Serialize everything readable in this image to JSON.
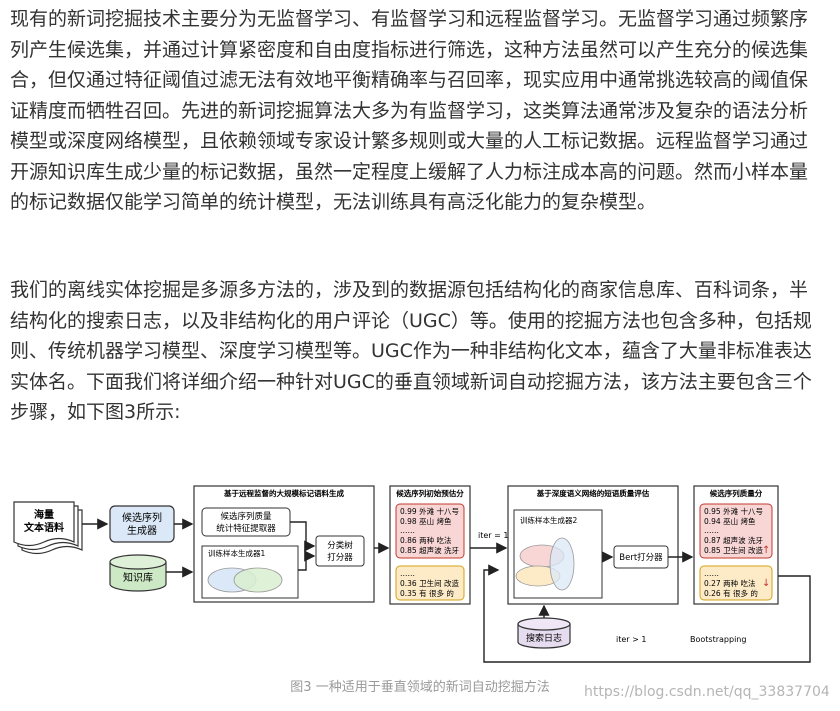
{
  "article": {
    "paragraph1": "现有的新词挖掘技术主要分为无监督学习、有监督学习和远程监督学习。无监督学习通过频繁序列产生候选集，并通过计算紧密度和自由度指标进行筛选，这种方法虽然可以产生充分的候选集合，但仅通过特征阈值过滤无法有效地平衡精确率与召回率，现实应用中通常挑选较高的阈值保证精度而牺牲召回。先进的新词挖掘算法大多为有监督学习，这类算法通常涉及复杂的语法分析模型或深度网络模型，且依赖领域专家设计繁多规则或大量的人工标记数据。远程监督学习通过开源知识库生成少量的标记数据，虽然一定程度上缓解了人力标注成本高的问题。然而小样本量的标记数据仅能学习简单的统计模型，无法训练具有高泛化能力的复杂模型。",
    "paragraph2": "我们的离线实体挖掘是多源多方法的，涉及到的数据源包括结构化的商家信息库、百科词条，半结构化的搜索日志，以及非结构化的用户评论（UGC）等。使用的挖掘方法也包含多种，包括规则、传统机器学习模型、深度学习模型等。UGC作为一种非结构化文本，蕴含了大量非标准表达实体名。下面我们将详细介绍一种针对UGC的垂直领域新词自动挖掘方法，该方法主要包含三个步骤，如下图3所示:"
  },
  "figure": {
    "caption": "图3 一种适用于垂直领域的新词自动挖掘方法",
    "watermark": "https://blog.csdn.net/qq_33837704",
    "input_doc": [
      "海量",
      "文本语料"
    ],
    "knowledge_base": "知识库",
    "candidate_gen": [
      "候选序列",
      "生成器"
    ],
    "section1_title": "基于远程监督的大规模标记语料生成",
    "quality_extractor": [
      "候选序列质量",
      "统计特征提取器"
    ],
    "sample_gen1": "训练样本生成器1",
    "classifier": [
      "分类树",
      "打分器"
    ],
    "initial_scores_title": "候选序列初始预估分",
    "initial_top": [
      "0.99 外滩 十八号",
      "0.98 巫山 烤鱼",
      "……",
      "0.86 两种 吃法",
      "0.85 超声波 洗牙"
    ],
    "initial_bottom": [
      "……",
      "0.36 卫生间 改造",
      "0.35 有 很多 的"
    ],
    "iter_eq_1": "iter = 1",
    "section2_title": "基于深度语义网络的短语质量评估",
    "sample_gen2": "训练样本生成器2",
    "bert_scorer": "Bert打分器",
    "final_scores_title": "候选序列质量分",
    "final_top": [
      "0.95 外滩 十八号",
      "0.94 巫山 烤鱼",
      "……",
      "0.87 超声波 洗牙",
      "0.85 卫生间 改造"
    ],
    "final_bottom": [
      "……",
      "0.27 两种 吃法",
      "0.26 有 很多 的"
    ],
    "arrow_up": "↑",
    "arrow_down": "↓",
    "search_log": "搜索日志",
    "iter_gt_1": "iter > 1",
    "bootstrapping": "Bootstrapping"
  }
}
